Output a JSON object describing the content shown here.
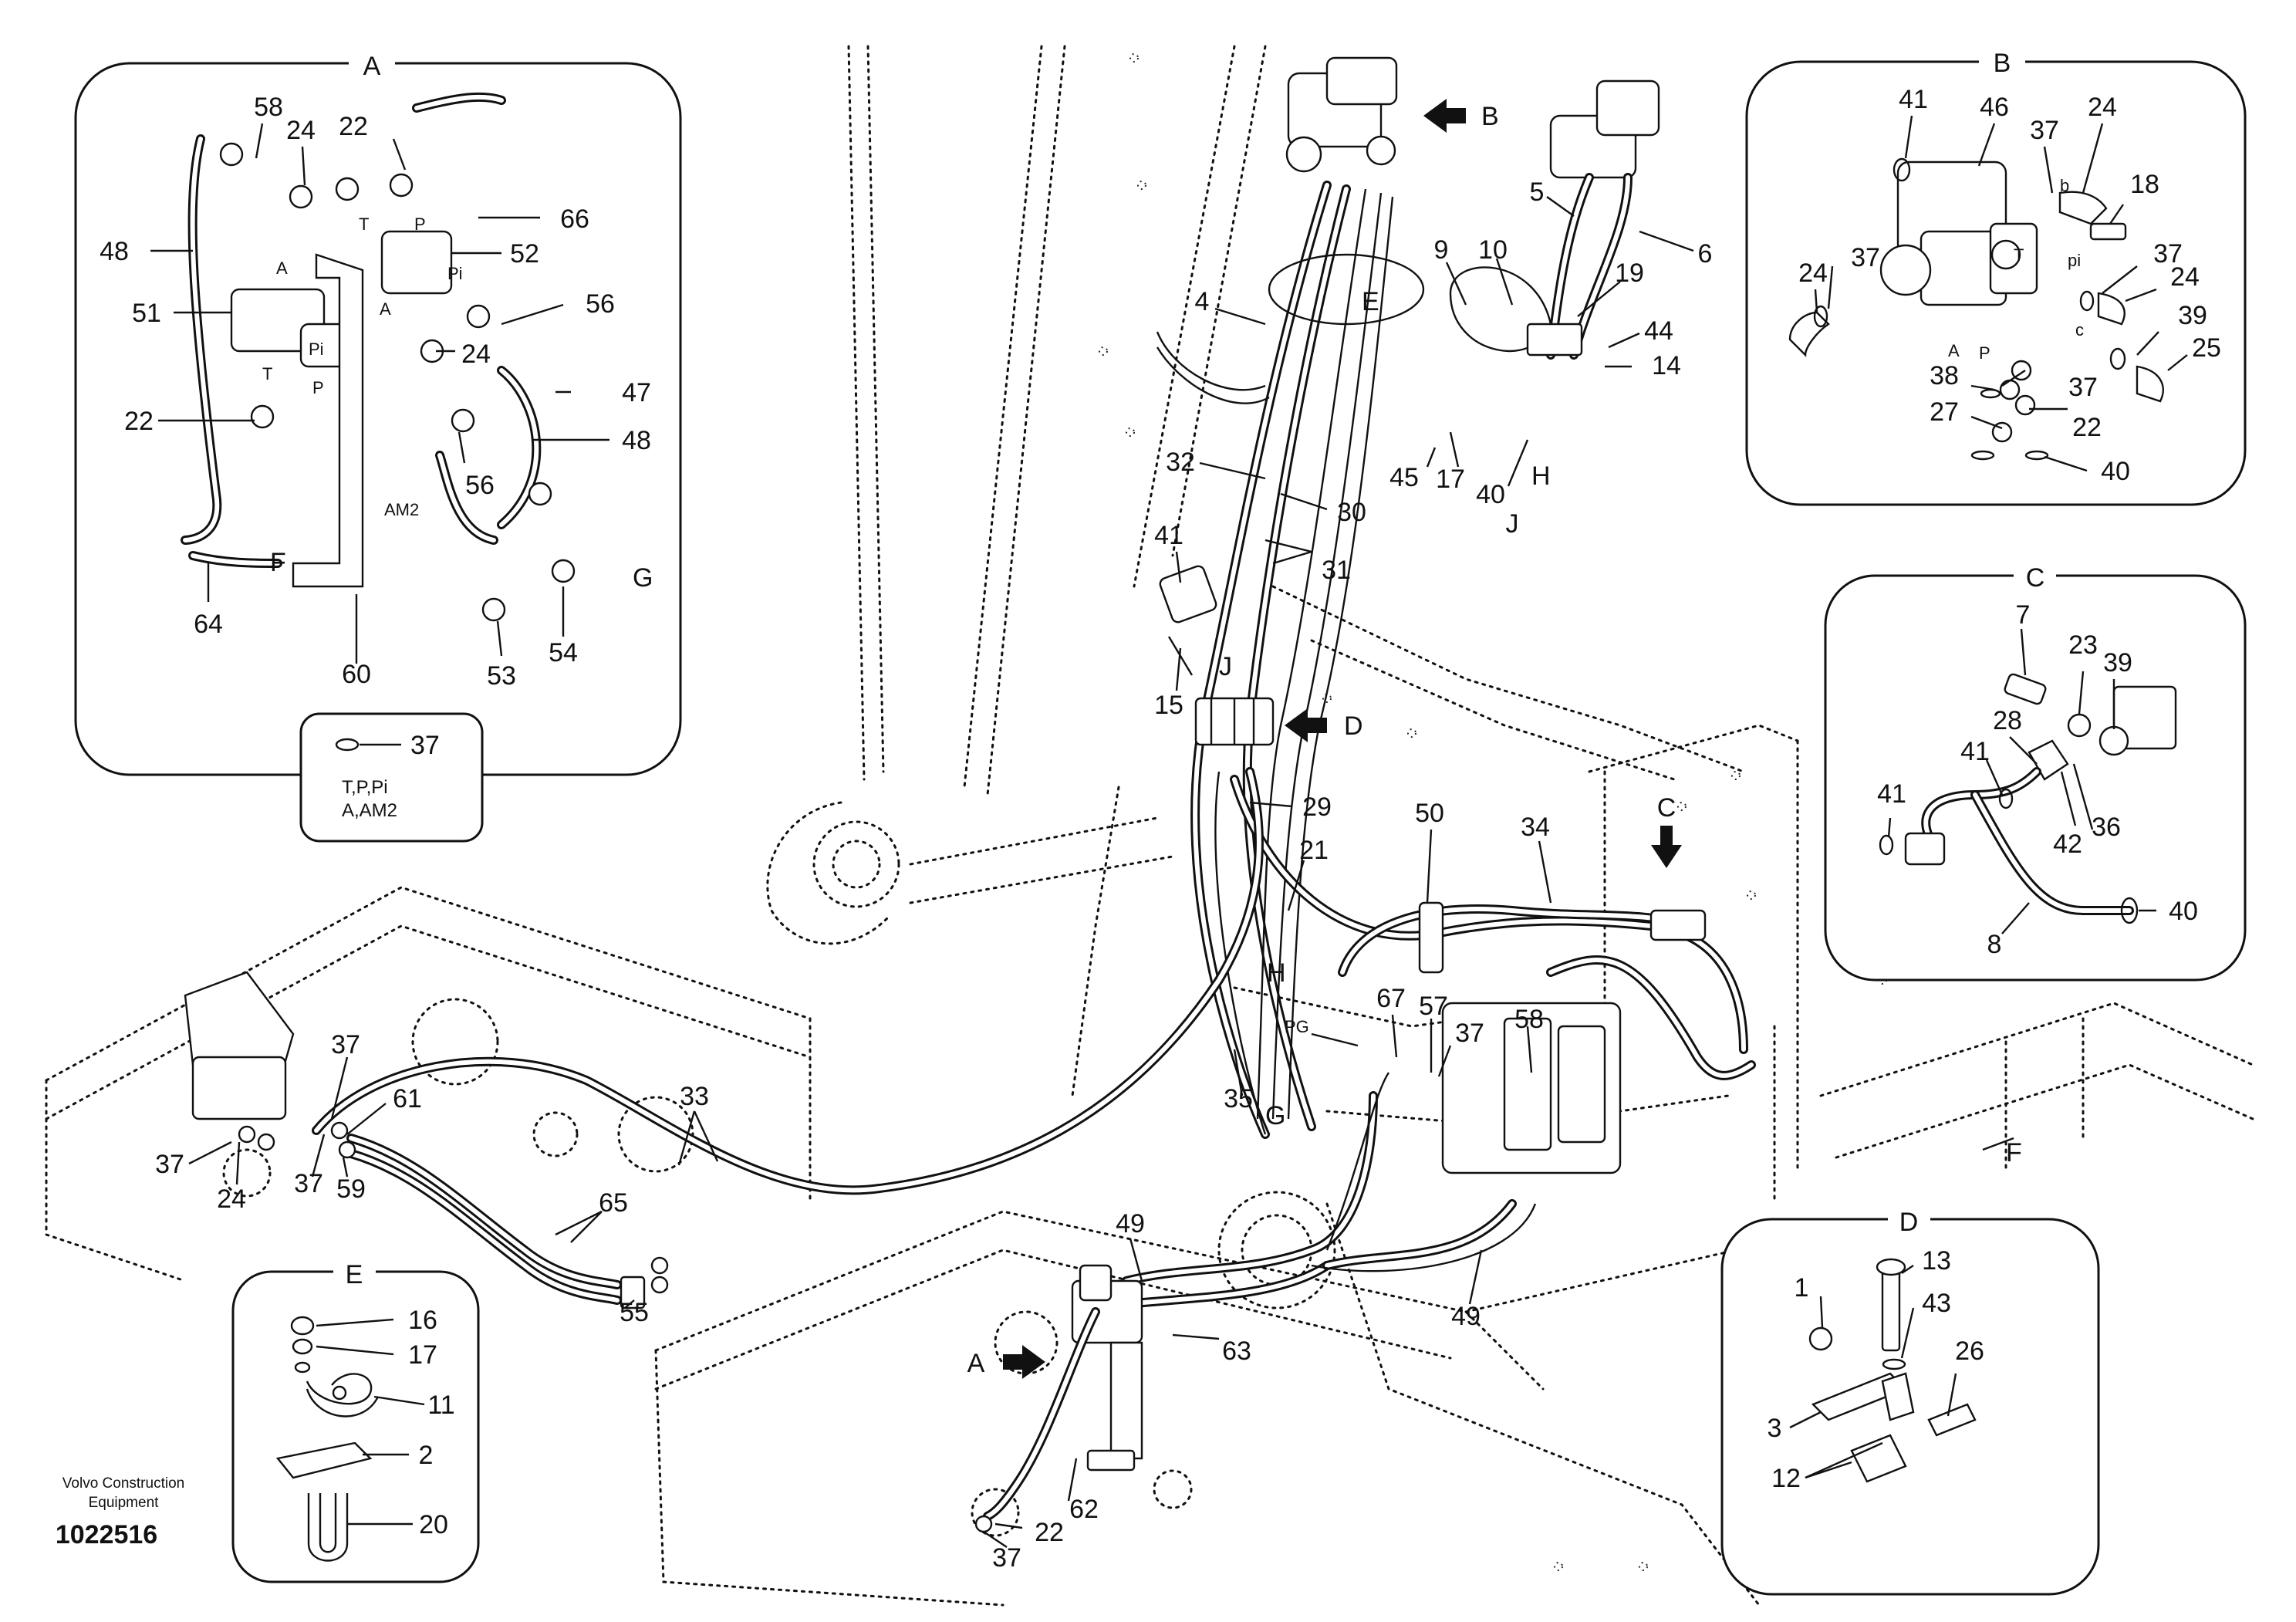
{
  "brand": {
    "line1": "Volvo Construction",
    "line2": "Equipment"
  },
  "drawing_number": "1022516",
  "detail_letters": {
    "A": "A",
    "B": "B",
    "C": "C",
    "D": "D",
    "E": "E",
    "F": "F",
    "G": "G",
    "H": "H",
    "J": "J"
  },
  "legend": {
    "part": "37",
    "line1": "T,P,Pi",
    "line2": "A,AM2"
  },
  "port_markings": {
    "T": "T",
    "P": "P",
    "A": "A",
    "Pi": "Pi",
    "AM2": "AM2",
    "PG": "PG",
    "b": "b",
    "c": "c",
    "pi": "pi"
  },
  "callouts": {
    "a58": "58",
    "a24a": "24",
    "a22a": "22",
    "a48a": "48",
    "a66": "66",
    "a52": "52",
    "a51": "51",
    "a56a": "56",
    "a24b": "24",
    "a47": "47",
    "a22b": "22",
    "a48b": "48",
    "a56b": "56",
    "a64": "64",
    "a60": "60",
    "a53": "53",
    "a54": "54",
    "b41": "41",
    "b46": "46",
    "b37a": "37",
    "b24a": "24",
    "b18": "18",
    "b24b": "24",
    "b37b": "37",
    "b37c": "37",
    "b24c": "24",
    "b39": "39",
    "b25": "25",
    "b38": "38",
    "b37d": "37",
    "b27": "27",
    "b22": "22",
    "b40": "40",
    "c7": "7",
    "c23": "23",
    "c39": "39",
    "c28": "28",
    "c41a": "41",
    "c41b": "41",
    "c36": "36",
    "c42": "42",
    "c8": "8",
    "c40": "40",
    "d13": "13",
    "d1": "1",
    "d43": "43",
    "d26": "26",
    "d3": "3",
    "d12": "12",
    "e16": "16",
    "e17": "17",
    "e11": "11",
    "e2": "2",
    "e20": "20",
    "m4": "4",
    "m5": "5",
    "m6": "6",
    "m9": "9",
    "m10": "10",
    "m19": "19",
    "m44": "44",
    "m14": "14",
    "m45": "45",
    "m17": "17",
    "m40": "40",
    "m32": "32",
    "m30": "30",
    "m31": "31",
    "m41": "41",
    "m15": "15",
    "m29": "29",
    "m21": "21",
    "m50": "50",
    "m34": "34",
    "m67": "67",
    "m57": "57",
    "m37a": "37",
    "m58": "58",
    "m35": "35",
    "m33": "33",
    "m37b": "37",
    "m61": "61",
    "m37c": "37",
    "m24": "24",
    "m37d": "37",
    "m59": "59",
    "m65": "65",
    "m55": "55",
    "m49a": "49",
    "m49b": "49",
    "m63": "63",
    "m22": "22",
    "m62": "62",
    "m37e": "37"
  }
}
